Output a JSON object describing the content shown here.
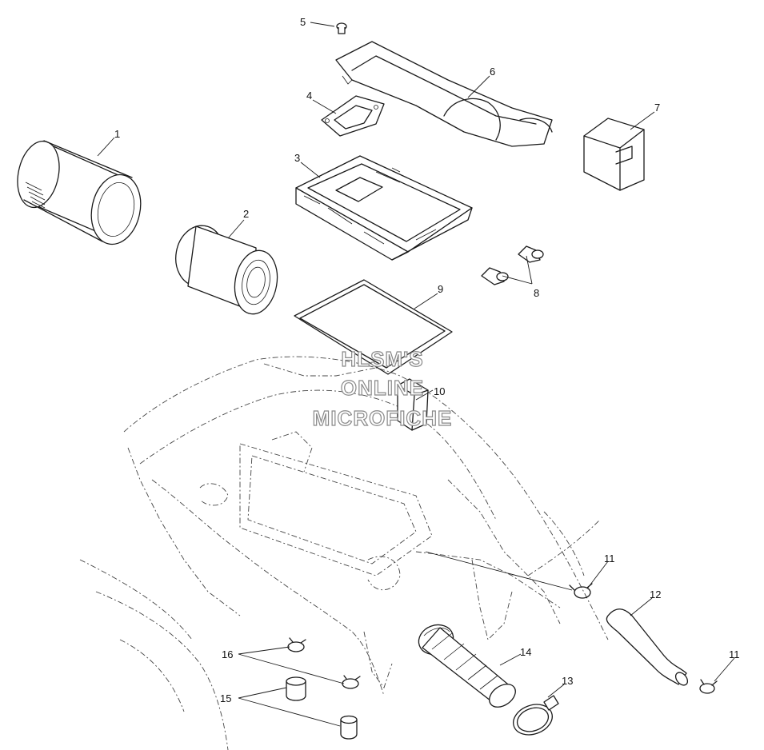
{
  "watermark": {
    "line1": "HLSM'S",
    "line2": "ONLINE",
    "line3": "MICROFICHE"
  },
  "callouts": {
    "c1": "1",
    "c2": "2",
    "c3": "3",
    "c4": "4",
    "c5": "5",
    "c6": "6",
    "c7": "7",
    "c8": "8",
    "c9": "9",
    "c10": "10",
    "c11a": "11",
    "c11b": "11",
    "c12": "12",
    "c13": "13",
    "c14": "14",
    "c15": "15",
    "c16": "16"
  }
}
